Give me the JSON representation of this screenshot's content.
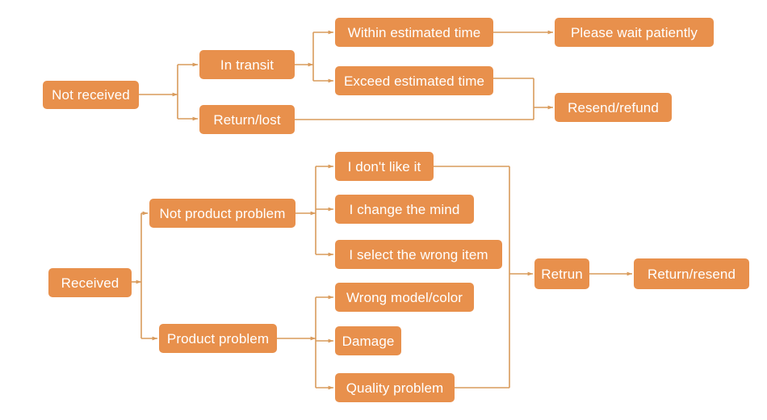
{
  "diagram": {
    "title": "Order status resolution flowchart",
    "colors": {
      "node_fill": "#e8904c",
      "node_text": "#ffffff",
      "connector": "#d99b5c",
      "background": "#ffffff"
    }
  },
  "nodes": {
    "not_received": "Not received",
    "in_transit": "In transit",
    "return_lost": "Return/lost",
    "within_estimated_time": "Within estimated time",
    "exceed_estimated_time": "Exceed estimated time",
    "please_wait_patiently": "Please wait patiently",
    "resend_refund": "Resend/refund",
    "received": "Received",
    "not_product_problem": "Not product problem",
    "product_problem": "Product problem",
    "i_dont_like_it": "I don't like it",
    "i_change_the_mind": "I change the mind",
    "i_select_the_wrong_item": "I select the wrong item",
    "wrong_model_color": "Wrong model/color",
    "damage": "Damage",
    "quality_problem": "Quality problem",
    "retrun": "Retrun",
    "return_resend": "Return/resend"
  }
}
